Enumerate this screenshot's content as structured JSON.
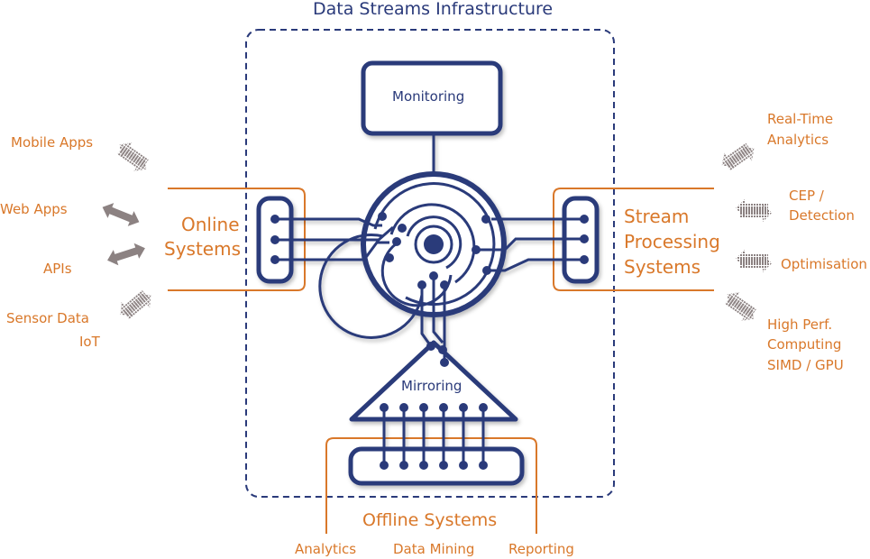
{
  "title": "Data Streams Infrastructure",
  "core": {
    "monitoring": "Monitoring",
    "mirroring": "Mirroring"
  },
  "online": {
    "label_line1": "Online",
    "label_line2": "Systems",
    "sources": [
      "Mobile Apps",
      "Web Apps",
      "APIs",
      "Sensor Data",
      "IoT"
    ]
  },
  "stream": {
    "label_line1": "Stream",
    "label_line2": "Processing",
    "label_line3": "Systems",
    "outputs": [
      "Real-Time",
      "Analytics",
      "CEP /",
      "Detection",
      "Optimisation",
      "High Perf.",
      "Computing",
      "SIMD / GPU"
    ]
  },
  "offline": {
    "label": "Offline Systems",
    "consumers": [
      "Analytics",
      "Data Mining",
      "Reporting"
    ]
  },
  "colors": {
    "navy": "#2a3a7a",
    "orange": "#d9782a",
    "arrow_gray": "#8c8282"
  }
}
